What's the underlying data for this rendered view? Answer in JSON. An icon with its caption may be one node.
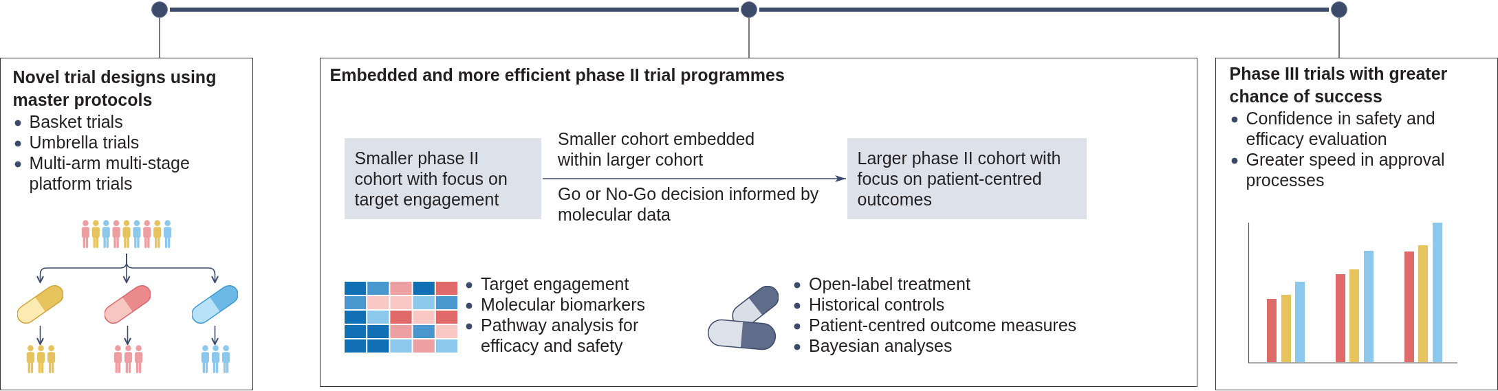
{
  "diagram": {
    "nodes": [
      {
        "text": [],
        "shape": "circle"
      },
      {
        "text": [],
        "shape": "circle"
      },
      {
        "text": [],
        "shape": "circle"
      },
      {
        "text": [
          "Novel trial designs using master protocols",
          "Basket trials",
          "Umbrella trials",
          "Multi-arm multi-stage platform trials"
        ]
      },
      {
        "text": [],
        "shape": "person",
        "in": 3
      },
      {
        "text": [],
        "shape": "capsule",
        "in": 3
      },
      {
        "text": [],
        "shape": "capsule",
        "in": 3
      },
      {
        "text": [],
        "shape": "capsule",
        "in": 3
      },
      {
        "text": [],
        "shape": "person",
        "in": 3
      },
      {
        "text": [],
        "shape": "person",
        "in": 3
      },
      {
        "text": [],
        "shape": "person",
        "in": 3
      },
      {
        "text": [
          "Embedded and more efficient phase II trial programmes"
        ]
      },
      {
        "text": [
          "Smaller phase II cohort with focus on target engagement"
        ],
        "in": 11
      },
      {
        "text": [
          "Larger phase II cohort with focus on patient-centred outcomes"
        ],
        "in": 11
      },
      {
        "text": [
          "Phase III trials with greater chance of success",
          "Confidence in safety and efficacy evaluation",
          "Greater speed in approval processes"
        ]
      }
    ],
    "edges": [
      {
        "from": 0,
        "to": 1,
        "arrow": "none",
        "style": "thick"
      },
      {
        "from": 1,
        "to": 2,
        "arrow": "none",
        "style": "thick"
      },
      {
        "from": 0,
        "to": 3,
        "arrow": "none",
        "color": "#555555"
      },
      {
        "from": 1,
        "to": 11,
        "arrow": "none",
        "color": "#555555"
      },
      {
        "from": 2,
        "to": 14,
        "arrow": "none",
        "color": "#555555"
      },
      {
        "from": 4,
        "to": 5,
        "arrow": "to"
      },
      {
        "from": 4,
        "to": 6,
        "arrow": "to"
      },
      {
        "from": 4,
        "to": 7,
        "arrow": "to"
      },
      {
        "from": 5,
        "to": 8,
        "arrow": "to"
      },
      {
        "from": 6,
        "to": 9,
        "arrow": "to"
      },
      {
        "from": 7,
        "to": 10,
        "arrow": "to"
      },
      {
        "from": 12,
        "to": 13,
        "arrow": "to",
        "label": "Smaller cohort embedded within larger cohort"
      }
    ],
    "labels": [
      "Go or No-Go decision informed by molecular data",
      "Target engagement",
      "Molecular biomarkers",
      "Pathway analysis for efficacy and safety",
      "Open-label treatment",
      "Historical controls",
      "Patient-centred outcome measures",
      "Bayesian analyses"
    ]
  }
}
